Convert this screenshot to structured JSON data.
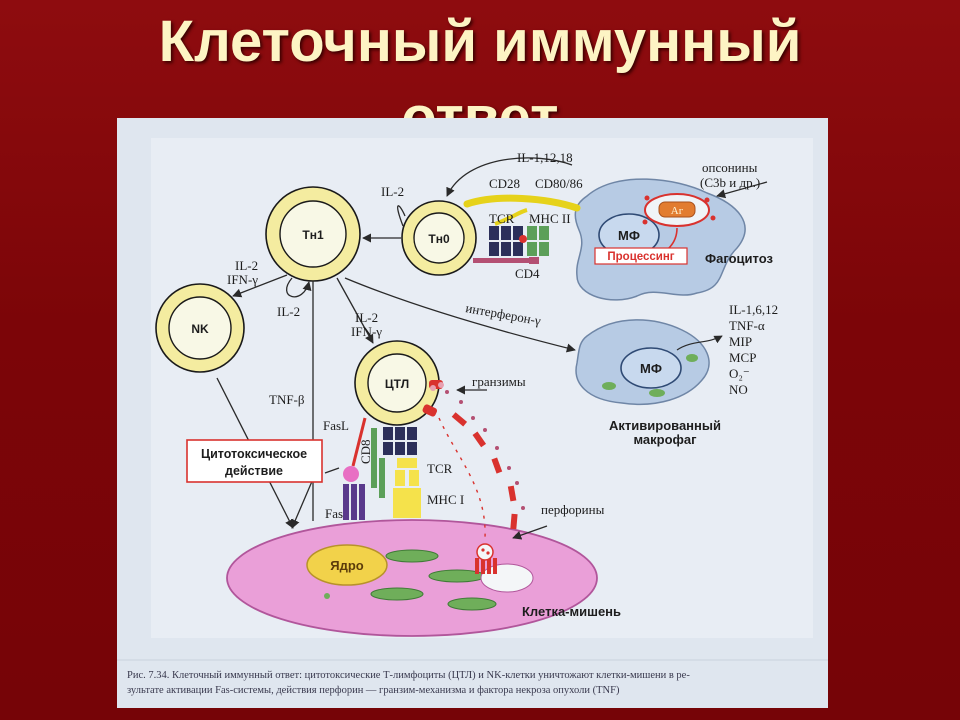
{
  "slide": {
    "title_line1": "Клеточный иммунный",
    "title_line2": "ответ"
  },
  "figure": {
    "cells": {
      "th1": "Тн1",
      "th0": "Тн0",
      "nk": "NK",
      "ctl": "ЦТЛ",
      "mf_top": "МФ",
      "mf_activated": "МФ",
      "nucleus": "Ядро",
      "antigen": "Аг"
    },
    "labels": {
      "il_1_12_18": "IL-1,12,18",
      "opsonins_1": "опсонины",
      "opsonins_2": "(С3b и др.)",
      "cd28": "CD28",
      "cd80_86": "CD80/86",
      "il2_top": "IL-2",
      "tcr_top": "TCR",
      "mhc2": "МНС II",
      "cd4": "CD4",
      "processing": "Процессинг",
      "phagocytosis": "Фагоцитоз",
      "il2_nk": "IL-2",
      "ifn_nk": "IFN-γ",
      "il2_loop": "IL-2",
      "il2_ctl": "IL-2",
      "ifn_ctl": "IFN-γ",
      "interferon": "интерферон-γ",
      "macrophage_products": [
        "IL-1,6,12",
        "TNF-α",
        "MIP",
        "MCP",
        "O₂⁻",
        "NO"
      ],
      "activated_macrophage_1": "Активированный",
      "activated_macrophage_2": "макрофаг",
      "tnf_beta": "TNF-β",
      "granzymes": "гранзимы",
      "fasl": "FasL",
      "fas": "Fas",
      "cd8": "CD8",
      "tcr_bottom": "TCR",
      "mhc1": "МНС I",
      "perforins": "перфорины",
      "cytotoxic_1": "Цитотоксическое",
      "cytotoxic_2": "действие",
      "target_cell": "Клетка-мишень"
    },
    "caption_line1": "Рис. 7.34. Клеточный иммунный ответ: цитотоксические Т-лимфоциты (ЦТЛ) и NK-клетки уничтожают клетки-мишени в ре-",
    "caption_line2": "зультате активации Fas-системы, действия перфорин — гранзим-механизма и фактора некроза опухоли (TNF)"
  },
  "colors": {
    "background": "#7c0508",
    "title": "#fdf4c4",
    "cell_ring": "#f4eca0",
    "cell_core": "#f8f8e6",
    "macrophage": "#b7cbe4",
    "target_cell": "#ea9fd8",
    "organelle": "#6fae5a",
    "marker_red": "#d9322e"
  }
}
